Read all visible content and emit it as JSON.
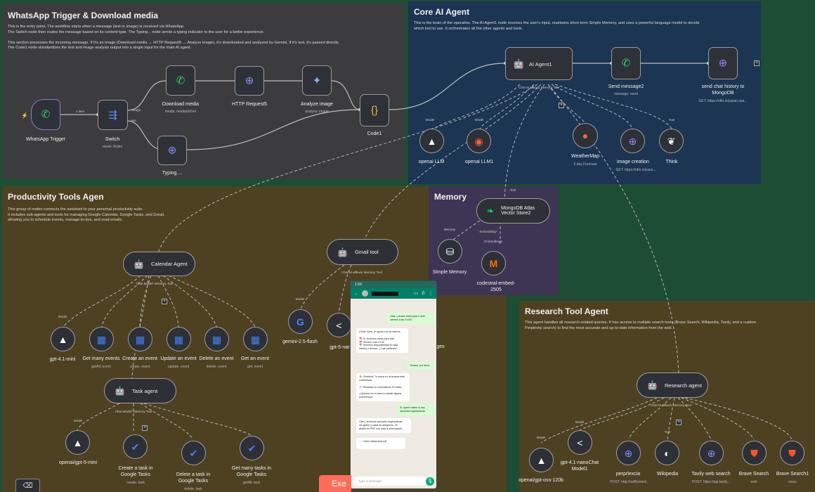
{
  "notes": {
    "whatsapp": {
      "title": "WhatsApp Trigger & Download media",
      "desc": "This is the entry point. The workflow starts when a message (text or image) is received via WhatsApp.\nThe Switch node then routes the message based on its content type. The Typing... node sends a typing indicator to the user for a better experience.\n\nThis section processes the incoming message. If it's an image (Download media → HTTP Request5 → Analyze image), it's downloaded and analyzed by Gemini. If it's text, it's passed directly.\nThe Code1 node standardizes the text and image analysis output into a single input for the main AI agent.",
      "color": "#3c3c3e"
    },
    "core": {
      "title": "Core AI Agent",
      "desc": "This is the brain of the operation. The AI Agent1 node receives the user's input, maintains short-term Simple Memory, and uses a powerful language model to decide\nwhich tool to use. It orchestrates all the other agents and tools.",
      "color": "#1b3553"
    },
    "productivity": {
      "title": "Productivity Tools Agen",
      "desc": "This group of nodes connects the assistant to your personal productivity suite.\nIt includes sub-agents and tools for managing Google Calendar, Google Tasks, and Gmail,\nallowing you to schedule events, manage to-dos, and read emails.",
      "color": "#4d4122"
    },
    "memory": {
      "title": "Memory",
      "desc": "",
      "color": "#3e3454"
    },
    "research": {
      "title": "Research Tool Agent",
      "desc": "This agent handles all research-related queries. It has access to multiple search tools (Brave Search, Wikipedia, Tavily, and a custom\nPerplexity search) to find the most accurate and up-to-date information from the web.",
      "color": "#4d4122"
    }
  },
  "nodes": {
    "whatsapp_trigger": {
      "label": "WhatsApp Trigger",
      "icon": "whatsapp-icon"
    },
    "switch": {
      "label": "Switch",
      "sub": "mode: Rules",
      "out1": "image",
      "out2": "text"
    },
    "download_media": {
      "label": "Download media",
      "sub": "media: mediaUrlGet"
    },
    "http_request5": {
      "label": "HTTP Request5"
    },
    "analyze_image": {
      "label": "Analyze image",
      "sub": "analyze: image"
    },
    "typing": {
      "label": "Typing...."
    },
    "code1": {
      "label": "Code1"
    },
    "ai_agent1": {
      "label": "AI Agent1",
      "ports": "Chat M   allback   Memory   Tool"
    },
    "send_message2": {
      "label": "Send message2",
      "sub": "message: send"
    },
    "send_chat_history": {
      "label": "send chat history to\nMongoDB",
      "sub": "GET: https://n8n.iniyavan.spa..."
    },
    "openai_llm": {
      "label": "openai LLM",
      "tag": "Model"
    },
    "openai_llm1": {
      "label": "openai LLM1",
      "tag": "Model"
    },
    "weathermap": {
      "label": "WeatherMap",
      "sub": "5 day Forecast"
    },
    "image_creation": {
      "label": "image creation",
      "sub": "GET: https://n8n.iniyava..."
    },
    "think": {
      "label": "Think",
      "tag": "Tool"
    },
    "mongodb_atlas": {
      "label": "MongoDB Atlas\nVector Store2",
      "tag": "Tool"
    },
    "simple_memory": {
      "label": "Simple Memory",
      "tag": "Memory"
    },
    "codestral": {
      "label": "codestral-embed-\n2505",
      "tag": "Embeddings"
    },
    "embedding_port": {
      "label": "Embedding*"
    },
    "gmail_tool": {
      "label": "Gmail tool",
      "ports": "Chat M   allback   Memory   Tool"
    },
    "gemini": {
      "label": "gemini-2.5-flash",
      "tag": "Model"
    },
    "gpt5nano": {
      "label": "gpt-5-nano"
    },
    "get_messages": {
      "label": "ges"
    },
    "calendar_agent": {
      "label": "Calendar Agent",
      "ports": "Chat Model*     Memory    Tool"
    },
    "gpt41mini": {
      "label": "gpt-4.1-mini",
      "tag": "Model"
    },
    "get_many_events": {
      "label": "Get many events",
      "sub": "getAll: event"
    },
    "create_event": {
      "label": "Create an event",
      "sub": "create: event"
    },
    "update_event": {
      "label": "Update an event",
      "sub": "update: event"
    },
    "delete_event": {
      "label": "Delete an event",
      "sub": "delete: event"
    },
    "get_event": {
      "label": "Get an event",
      "sub": "get: event"
    },
    "task_agent": {
      "label": "Task agent",
      "ports": "Chat Model*    Memory    Tool"
    },
    "gpt5mini": {
      "label": "openai/gpt-5-mini",
      "tag": "Model"
    },
    "create_task": {
      "label": "Create a task in\nGoogle Tasks",
      "sub": "create: task"
    },
    "delete_task": {
      "label": "Delete a task in\nGoogle Tasks",
      "sub": "delete: task"
    },
    "get_many_tasks": {
      "label": "Get many tasks in\nGoogle Tasks",
      "sub": "getAll: task"
    },
    "research_agent": {
      "label": "Research agent",
      "ports": "Chat M   allback   Memory   Tool"
    },
    "gpt_oss": {
      "label": "openai/gpt-oss-120b",
      "tag": "Model"
    },
    "gpt41nano": {
      "label": "gpt-4.1-nanoChat\nModel1",
      "tag": "Model"
    },
    "perplexity": {
      "label": "perprlexcia",
      "sub": "POST: http://selfhosted..."
    },
    "wikipedia": {
      "label": "Wikipedia",
      "tag": "Tool"
    },
    "tavily": {
      "label": "Tavily web search",
      "sub": "POST: https://api.tavily..."
    },
    "brave_search": {
      "label": "Brave Search",
      "sub": "web"
    },
    "brave_search1": {
      "label": "Brave Search1",
      "sub": "news"
    },
    "switch_edge_label": {
      "label": "1 item"
    }
  },
  "phone": {
    "time": "1:33",
    "messages": [
      {
        "dir": "out",
        "text": "Hola, ¿tenéis mesa para 2 este\nviernes a las 21:00?"
      },
      {
        "dir": "in",
        "text": "¡Hola! Claro, te ayudo con la reserva.\n\n📅 Sí, tenemos mesa para dos!\n📅 Viernes a las 21:00\n📅 Tenemos disponibilidad en sala\ninterior o terraza. ¿Cuál prefieres?"
      },
      {
        "dir": "out",
        "text": "Terraza, por favor."
      },
      {
        "dir": "in",
        "text": "🎉 ¡Perfecto! Tu mesa en la terraza está\nconfirmada.\n\n📋 Recibirás un recordatorio 3h antes.\n\n¿Quieres ver el menú o añadir alguna\npreferencia?"
      },
      {
        "dir": "out",
        "text": "Sí, quiero saber si hay\nopciones vegetarianas."
      },
      {
        "dir": "in",
        "text": "Claro, tenemos opciones vegetarianas,\nsin gluten y carta de alérgenos. Te\nañado un PDF con toda la información."
      },
      {
        "dir": "in",
        "text": "📄 Carta restaurante.pdf"
      }
    ],
    "input_placeholder": "Type a message"
  },
  "execute_button": {
    "label": "Exe"
  },
  "colors": {
    "canvas": "#1d4d34",
    "whatsapp": "#25d366",
    "switch": "#3b6fd8",
    "code": "#f7b731",
    "gemini": "#8ab4f8",
    "openai": "#ffffff",
    "weather": "#eb6e4b",
    "mongodb": "#00ed64",
    "mistral": "#ff7000",
    "google_red": "#ea4335",
    "google_blue": "#4285f4",
    "brave": "#fb542b",
    "execute": "#ff6d5a"
  }
}
